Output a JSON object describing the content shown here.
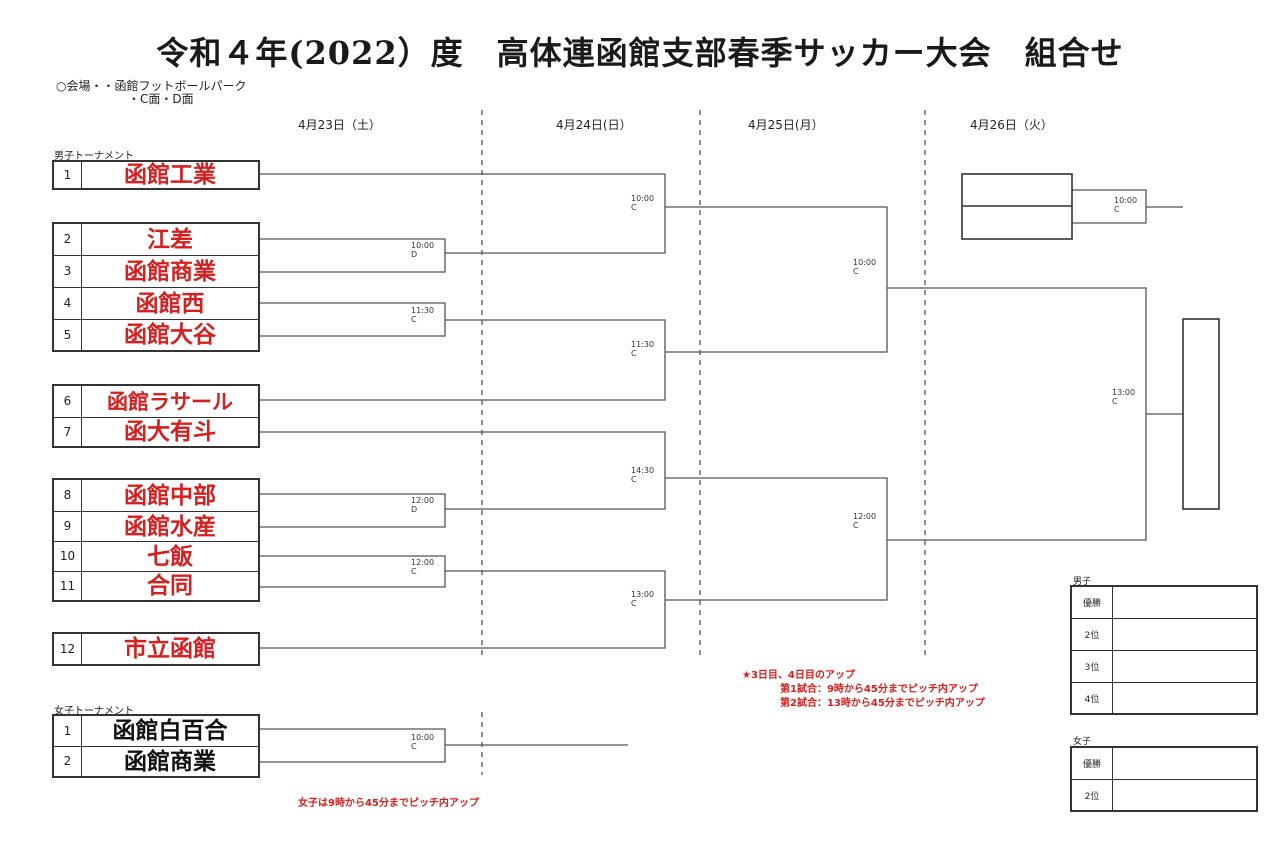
{
  "title": "令和４年(2022）度　高体連函館支部春季サッカー大会　組合せ",
  "venue": {
    "line1": "○会場・・函館フットボールパーク",
    "line2": "・C面・D面"
  },
  "days": [
    "4月23日（土）",
    "4月24日(日）",
    "4月25日(月）",
    "4月26日（火）"
  ],
  "boys": {
    "label": "男子トーナメント",
    "teams": [
      {
        "num": "1",
        "name": "函館工業"
      },
      {
        "num": "2",
        "name": "江差"
      },
      {
        "num": "3",
        "name": "函館商業"
      },
      {
        "num": "4",
        "name": "函館西"
      },
      {
        "num": "5",
        "name": "函館大谷"
      },
      {
        "num": "6",
        "name": "函館ラサール"
      },
      {
        "num": "7",
        "name": "函大有斗"
      },
      {
        "num": "8",
        "name": "函館中部"
      },
      {
        "num": "9",
        "name": "函館水産"
      },
      {
        "num": "10",
        "name": "七飯"
      },
      {
        "num": "11",
        "name": "合同"
      },
      {
        "num": "12",
        "name": "市立函館"
      }
    ]
  },
  "girls": {
    "label": "女子トーナメント",
    "teams": [
      {
        "num": "1",
        "name": "函館白百合"
      },
      {
        "num": "2",
        "name": "函館商業"
      }
    ]
  },
  "matches": {
    "r1_a": {
      "time": "10:00",
      "court": "D"
    },
    "r1_b": {
      "time": "11:30",
      "court": "C"
    },
    "r1_c": {
      "time": "12:00",
      "court": "D"
    },
    "r1_d": {
      "time": "12:00",
      "court": "C"
    },
    "r2_a": {
      "time": "10:00",
      "court": "C"
    },
    "r2_b": {
      "time": "11:30",
      "court": "C"
    },
    "r2_c": {
      "time": "14:30",
      "court": "C"
    },
    "r2_d": {
      "time": "13:00",
      "court": "C"
    },
    "r3_a": {
      "time": "10:00",
      "court": "C"
    },
    "r3_b": {
      "time": "12:00",
      "court": "C"
    },
    "final": {
      "time": "13:00",
      "court": "C"
    },
    "third": {
      "time": "10:00",
      "court": "C"
    },
    "girls": {
      "time": "10:00",
      "court": "C"
    }
  },
  "notes": {
    "boys_title": "★3日目、4日目のアップ",
    "boys_line1": "第1試合：9時から45分までピッチ内アップ",
    "boys_line2": "第2試合：13時から45分までピッチ内アップ",
    "girls": "女子は9時から45分までピッチ内アップ"
  },
  "results": {
    "boys_label": "男子",
    "boys_rows": [
      "優勝",
      "2位",
      "3位",
      "4位"
    ],
    "girls_label": "女子",
    "girls_rows": [
      "優勝",
      "2位"
    ]
  }
}
